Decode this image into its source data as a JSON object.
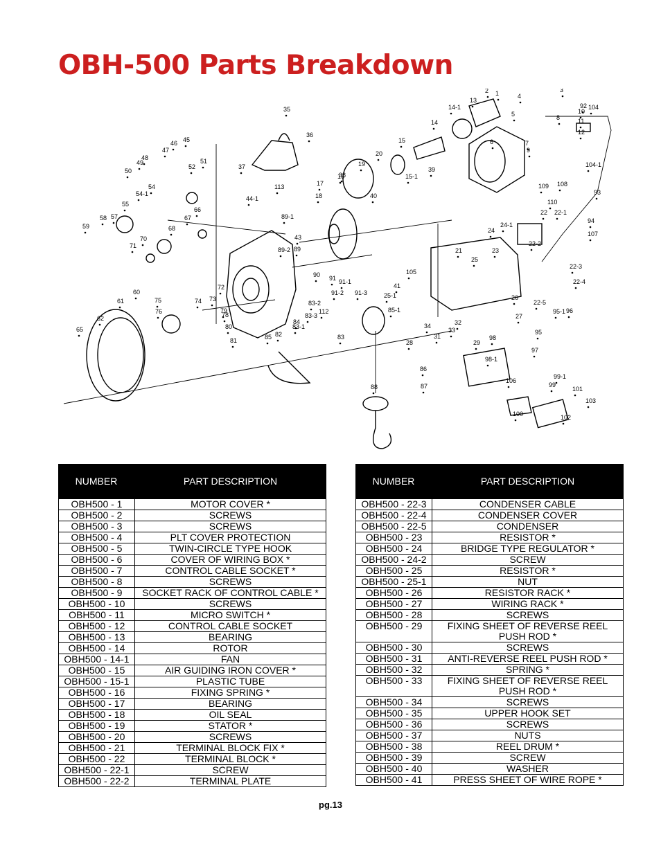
{
  "page": {
    "title": "OBH-500 Parts Breakdown",
    "page_number": "pg.13"
  },
  "headers": {
    "number": "NUMBER",
    "description": "PART DESCRIPTION"
  },
  "diagram_labels": [
    "1",
    "2",
    "3",
    "4",
    "5",
    "6",
    "7",
    "8",
    "9",
    "10",
    "11",
    "12",
    "13",
    "14-1",
    "14",
    "15",
    "15-1",
    "16",
    "17",
    "18",
    "19",
    "20",
    "21",
    "22",
    "22-1",
    "22-2",
    "22-3",
    "22-4",
    "22-5",
    "23",
    "24",
    "24-1",
    "25",
    "25-1",
    "26",
    "27",
    "28",
    "29",
    "31",
    "32",
    "33",
    "34",
    "35",
    "36",
    "37",
    "38",
    "39",
    "40",
    "41",
    "43",
    "44-1",
    "45",
    "46",
    "47",
    "48",
    "49",
    "50",
    "51",
    "52",
    "54",
    "54-1",
    "55",
    "57",
    "58",
    "59",
    "60",
    "61",
    "62",
    "65",
    "66",
    "67",
    "68",
    "70",
    "71",
    "72",
    "73",
    "74",
    "75",
    "76",
    "78",
    "79",
    "80",
    "81",
    "82",
    "83",
    "83-1",
    "83-2",
    "83-3",
    "84",
    "85",
    "85-1",
    "86",
    "87",
    "88",
    "89",
    "89-1",
    "89-2",
    "90",
    "91",
    "91-1",
    "91-2",
    "91-3",
    "92",
    "93",
    "94",
    "95",
    "95-1",
    "96",
    "97",
    "98",
    "98-1",
    "99",
    "99-1",
    "100",
    "101",
    "102",
    "103",
    "104",
    "104-1",
    "105",
    "106",
    "107",
    "108",
    "109",
    "110",
    "112",
    "113"
  ],
  "left_table": [
    {
      "number": "OBH500 - 1",
      "description": "MOTOR COVER *"
    },
    {
      "number": "OBH500 - 2",
      "description": "SCREWS"
    },
    {
      "number": "OBH500 - 3",
      "description": "SCREWS"
    },
    {
      "number": "OBH500 - 4",
      "description": "PLT COVER PROTECTION"
    },
    {
      "number": "OBH500 - 5",
      "description": "TWIN-CIRCLE TYPE HOOK"
    },
    {
      "number": "OBH500 - 6",
      "description": "COVER OF WIRING BOX *"
    },
    {
      "number": "OBH500 - 7",
      "description": "CONTROL CABLE SOCKET *"
    },
    {
      "number": "OBH500 - 8",
      "description": "SCREWS"
    },
    {
      "number": "OBH500 - 9",
      "description": "SOCKET RACK OF CONTROL CABLE *"
    },
    {
      "number": "OBH500 - 10",
      "description": "SCREWS"
    },
    {
      "number": "OBH500 - 11",
      "description": "MICRO SWITCH *"
    },
    {
      "number": "OBH500 - 12",
      "description": "CONTROL CABLE SOCKET"
    },
    {
      "number": "OBH500 - 13",
      "description": "BEARING"
    },
    {
      "number": "OBH500 - 14",
      "description": "ROTOR"
    },
    {
      "number": "OBH500 - 14-1",
      "description": "FAN"
    },
    {
      "number": "OBH500 - 15",
      "description": "AIR GUIDING IRON COVER *"
    },
    {
      "number": "OBH500 - 15-1",
      "description": "PLASTIC TUBE"
    },
    {
      "number": "OBH500 - 16",
      "description": "FIXING SPRING *"
    },
    {
      "number": "OBH500 - 17",
      "description": "BEARING"
    },
    {
      "number": "OBH500 - 18",
      "description": "OIL SEAL"
    },
    {
      "number": "OBH500 - 19",
      "description": "STATOR *"
    },
    {
      "number": "OBH500 - 20",
      "description": "SCREWS"
    },
    {
      "number": "OBH500 - 21",
      "description": "TERMINAL BLOCK FIX *"
    },
    {
      "number": "OBH500 - 22",
      "description": "TERMINAL BLOCK *"
    },
    {
      "number": "OBH500 - 22-1",
      "description": "SCREW"
    },
    {
      "number": "OBH500 - 22-2",
      "description": "TERMINAL PLATE"
    }
  ],
  "right_table": [
    {
      "number": "OBH500 - 22-3",
      "description": "CONDENSER CABLE"
    },
    {
      "number": "OBH500 - 22-4",
      "description": "CONDENSER COVER"
    },
    {
      "number": "OBH500 - 22-5",
      "description": "CONDENSER"
    },
    {
      "number": "OBH500 - 23",
      "description": "RESISTOR *"
    },
    {
      "number": "OBH500 - 24",
      "description": "BRIDGE TYPE REGULATOR *"
    },
    {
      "number": "OBH500 - 24-2",
      "description": "SCREW"
    },
    {
      "number": "OBH500 - 25",
      "description": "RESISTOR *"
    },
    {
      "number": "OBH500 - 25-1",
      "description": "NUT"
    },
    {
      "number": "OBH500 - 26",
      "description": "RESISTOR RACK *"
    },
    {
      "number": "OBH500 - 27",
      "description": "WIRING RACK *"
    },
    {
      "number": "OBH500 - 28",
      "description": "SCREWS"
    },
    {
      "number": "OBH500 - 29",
      "description": "FIXING SHEET OF REVERSE REEL PUSH ROD *"
    },
    {
      "number": "OBH500 - 30",
      "description": "SCREWS"
    },
    {
      "number": "OBH500 - 31",
      "description": "ANTI-REVERSE REEL PUSH ROD *"
    },
    {
      "number": "OBH500 - 32",
      "description": "SPRING *"
    },
    {
      "number": "OBH500 - 33",
      "description": "FIXING SHEET OF REVERSE REEL PUSH ROD *"
    },
    {
      "number": "OBH500 - 34",
      "description": "SCREWS"
    },
    {
      "number": "OBH500 - 35",
      "description": "UPPER HOOK SET"
    },
    {
      "number": "OBH500 - 36",
      "description": "SCREWS"
    },
    {
      "number": "OBH500 - 37",
      "description": "NUTS"
    },
    {
      "number": "OBH500 - 38",
      "description": "REEL DRUM *"
    },
    {
      "number": "OBH500 - 39",
      "description": "SCREW"
    },
    {
      "number": "OBH500 - 40",
      "description": "WASHER"
    },
    {
      "number": "OBH500 - 41",
      "description": "PRESS SHEET OF WIRE ROPE *"
    }
  ]
}
